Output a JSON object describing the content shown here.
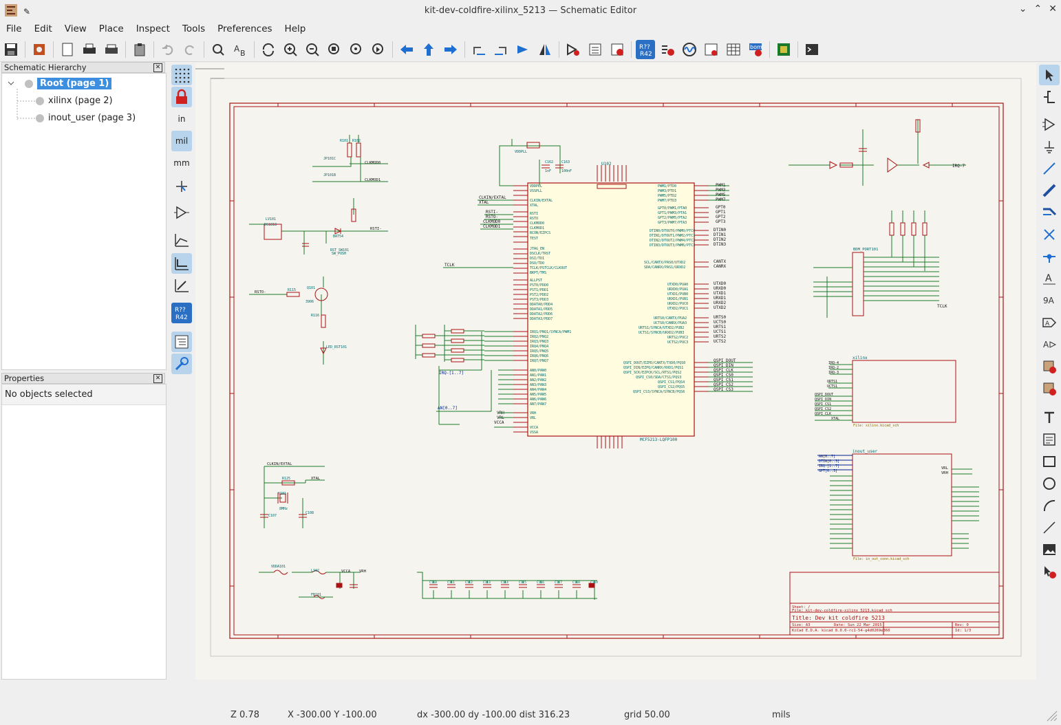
{
  "window": {
    "title": "kit-dev-coldfire-xilinx_5213 — Schematic Editor",
    "controls": [
      "minimize-icon",
      "maximize-icon",
      "close-icon"
    ]
  },
  "menu": [
    "File",
    "Edit",
    "View",
    "Place",
    "Inspect",
    "Tools",
    "Preferences",
    "Help"
  ],
  "toolbar_icons": [
    "save-icon",
    "schematic-setup-icon",
    "page-settings-icon",
    "print-icon",
    "plot-icon",
    "paste-icon",
    "undo-icon",
    "redo-icon",
    "find-icon",
    "find-replace-icon",
    "refresh-icon",
    "zoom-in-icon",
    "zoom-out-icon",
    "zoom-fit-icon",
    "zoom-objects-icon",
    "zoom-selection-icon",
    "navigate-back-icon",
    "navigate-up-icon",
    "navigate-forward-icon",
    "rotate-ccw-icon",
    "rotate-cw-icon",
    "mirror-vertical-icon",
    "mirror-horizontal-icon",
    "symbol-editor-icon",
    "symbol-browser-icon",
    "footprint-assign-icon",
    "annotate-icon",
    "erc-icon",
    "simulator-icon",
    "field-editor-icon",
    "bom-icon",
    "pcb-editor-icon",
    "scripting-console-icon"
  ],
  "hierarchy": {
    "header": "Schematic Hierarchy",
    "items": [
      "Root (page 1)",
      "xilinx (page 2)",
      "inout_user (page 3)"
    ]
  },
  "properties": {
    "header": "Properties",
    "empty_text": "No objects selected"
  },
  "left_toolbar": {
    "units": [
      "in",
      "mil",
      "mm"
    ],
    "r42": "R??\nR42"
  },
  "schematic": {
    "title_block": {
      "sheet": "Sheet: /",
      "file": "File: kit-dev-coldfire-xilinx_5213.kicad_sch",
      "title": "Title: Dev kit coldfire 5213",
      "size": "Size: A3",
      "date": "Date: Sun 22 Mar 2015",
      "rev": "Rev: 0",
      "kicad": "KiCad E.D.A.  kicad 8.0.0-rc1-54-g4d0269e360",
      "id": "Id: 1/3"
    },
    "mcu_ref": "U102",
    "mcu_value": "MCF5213-LQFP100",
    "xilinx_sheet": "xilinx",
    "xilinx_file": "File: xilinx.kicad_sch",
    "inout_sheet": "inout_user",
    "inout_file": "File: in_out_conn.kicad_sch",
    "labels": {
      "clkmod0": "CLKMOD0",
      "clkmod1": "CLKMOD1",
      "rsti": "RSTI-",
      "rsto": "RSTO-",
      "irq7": "IRQ-7",
      "clkin": "CLKIN/EXTAL",
      "xtal": "XTAL",
      "vcca": "VCCA",
      "vrh": "VRH",
      "vrl": "VRL",
      "tclk": "TCLK",
      "bdm": "BDM_PORT101",
      "an": "AN[0..7]",
      "irq17": "IRQ-[1..7]"
    }
  },
  "status": {
    "zoom": "Z 0.78",
    "xy": "X -300.00  Y -100.00",
    "delta": "dx -300.00  dy -100.00  dist 316.23",
    "grid": "grid 50.00",
    "units": "mils"
  }
}
